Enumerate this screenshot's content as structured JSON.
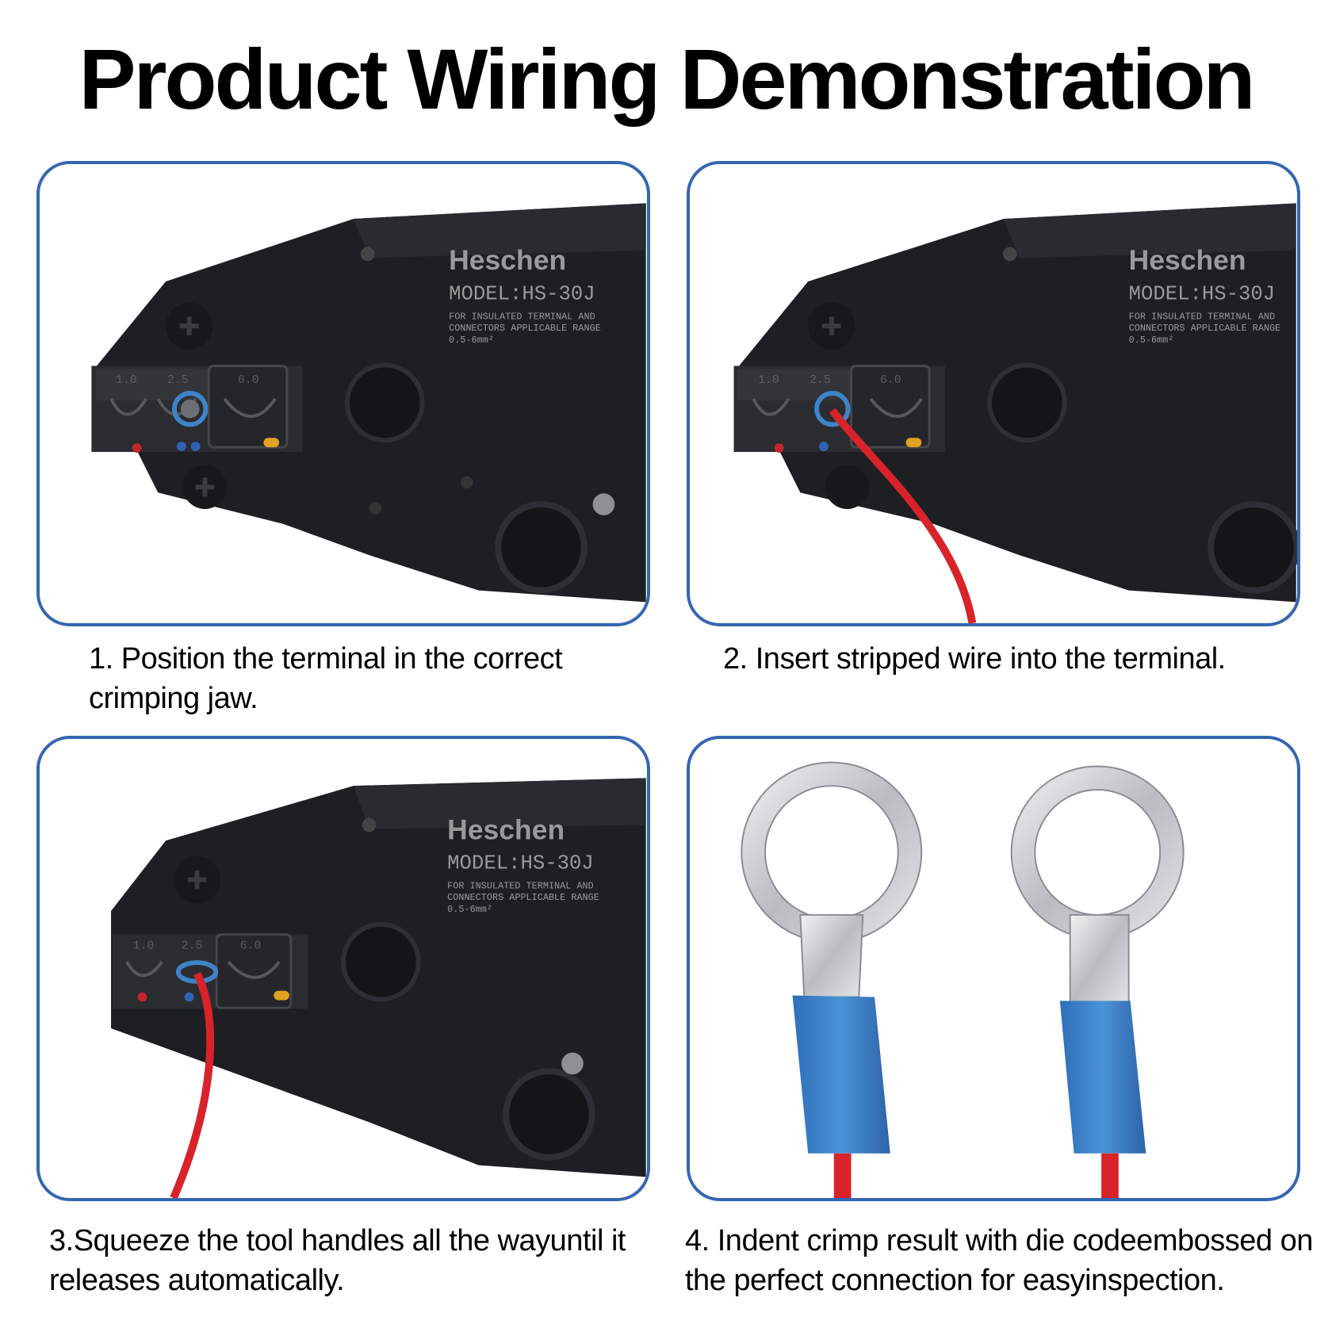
{
  "title": "Product Wiring Demonstration",
  "brand": {
    "name": "Heschen",
    "model": "MODEL:HS-30J",
    "spec_line1": "FOR INSULATED TERMINAL AND",
    "spec_line2": "CONNECTORS APPLICABLE RANGE",
    "spec_line3": "0.5-6mm²"
  },
  "jaw_sizes": [
    "1.0",
    "2.5",
    "6.0"
  ],
  "steps": [
    {
      "caption": "1. Position the terminal in the correct crimping jaw."
    },
    {
      "caption": "2. Insert stripped wire into the terminal."
    },
    {
      "caption": "3.Squeeze the tool handles all the wayuntil it releases automatically."
    },
    {
      "caption": "4. Indent crimp result with die codeembossed on the perfect connection for easyinspection."
    }
  ],
  "colors": {
    "panel_border": "#3566b0",
    "tool_body": "#1e1f22",
    "wire": "#d8232a",
    "terminal_insulation": "#3f83c8"
  }
}
